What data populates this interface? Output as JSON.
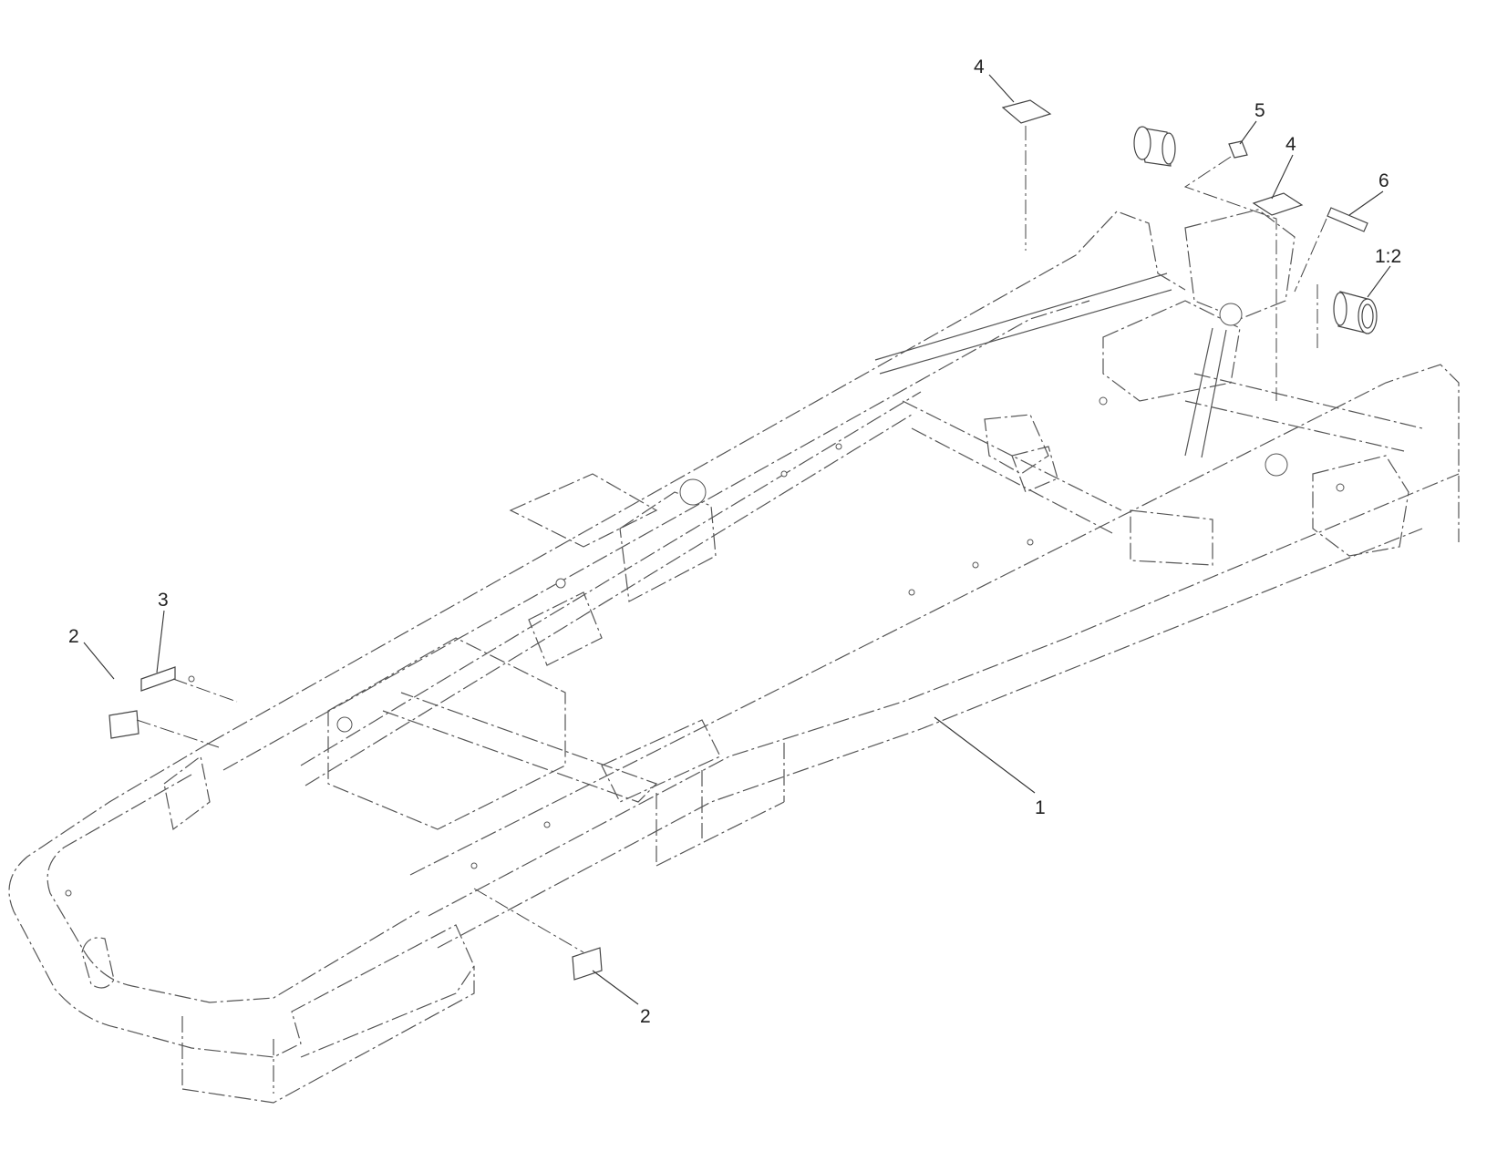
{
  "diagram": {
    "callouts": [
      {
        "id": "c1",
        "label": "1"
      },
      {
        "id": "c2a",
        "label": "2"
      },
      {
        "id": "c2b",
        "label": "2"
      },
      {
        "id": "c3",
        "label": "3"
      },
      {
        "id": "c4a",
        "label": "4"
      },
      {
        "id": "c4b",
        "label": "4"
      },
      {
        "id": "c5",
        "label": "5"
      },
      {
        "id": "c6",
        "label": "6"
      },
      {
        "id": "c12",
        "label": "1:2"
      }
    ]
  }
}
